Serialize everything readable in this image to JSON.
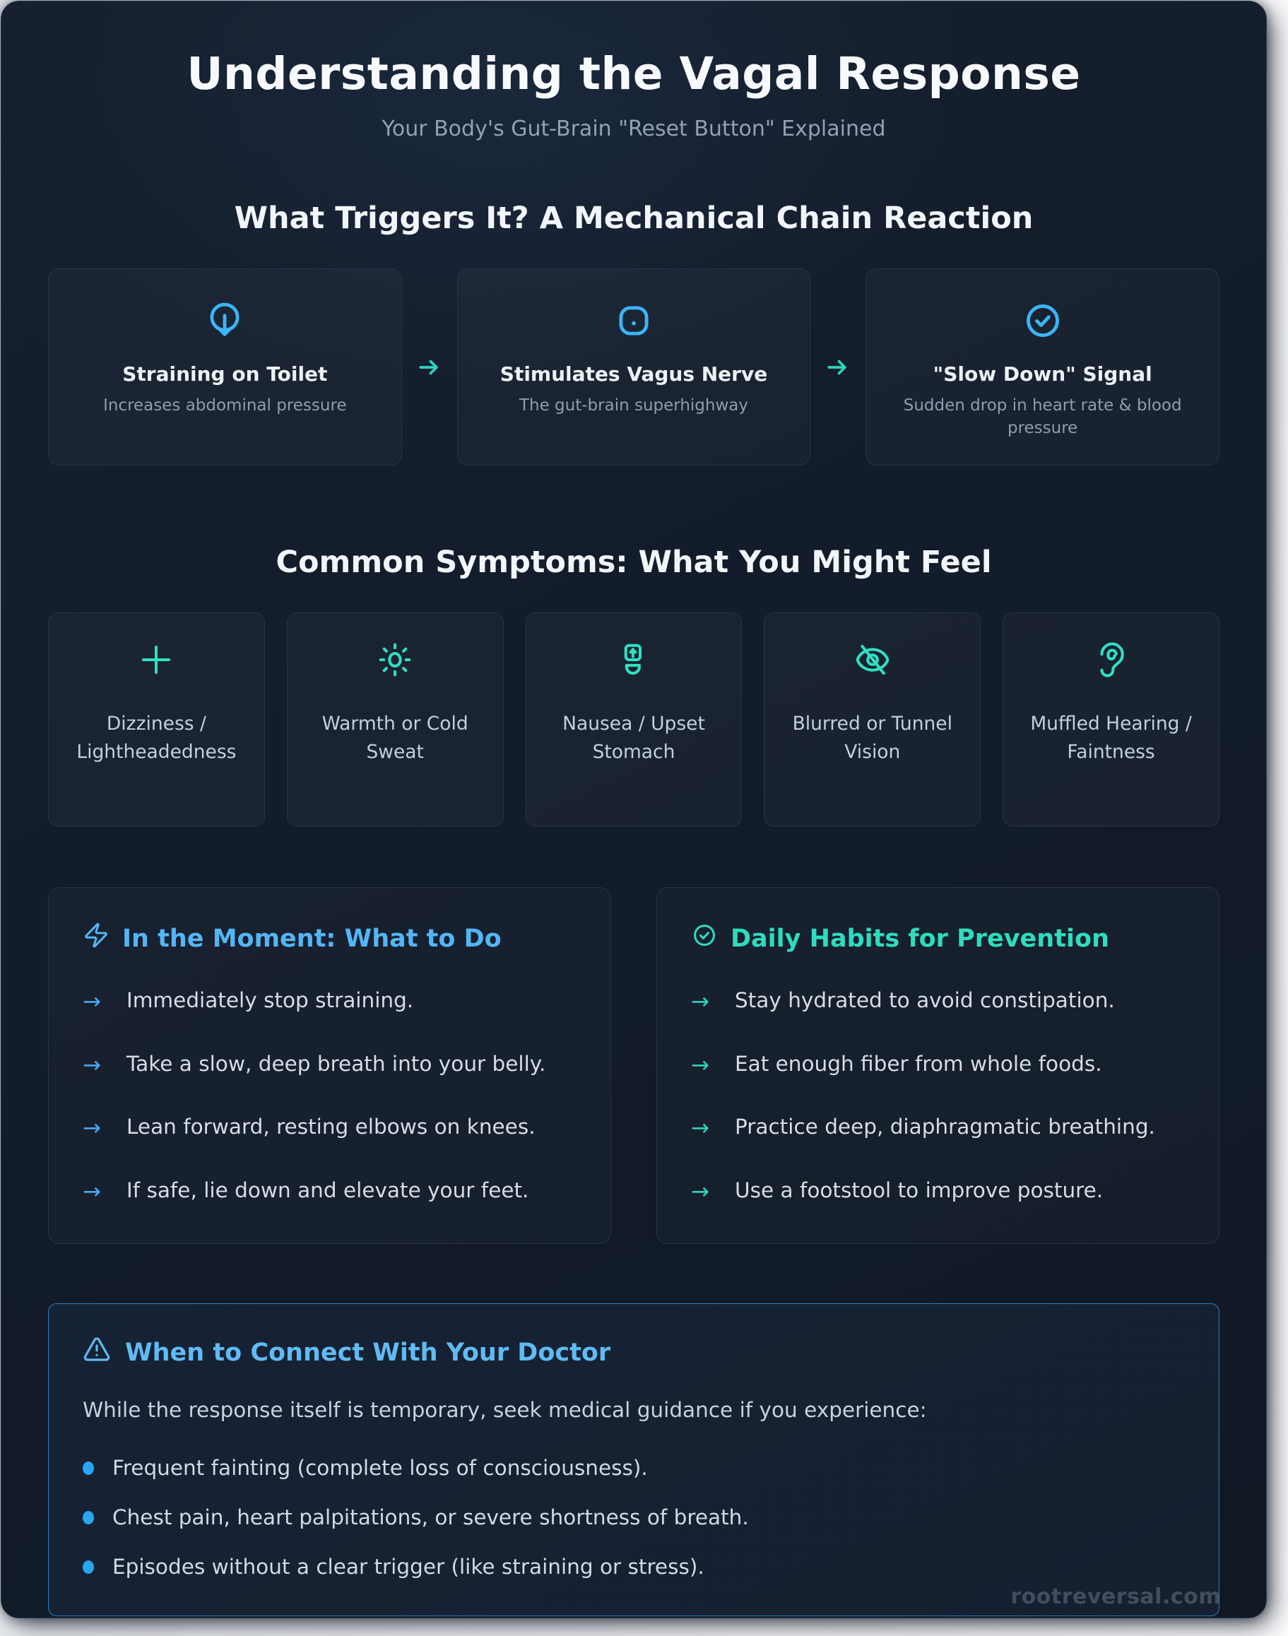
{
  "header": {
    "title": "Understanding the Vagal Response",
    "subtitle": "Your Body's Gut-Brain \"Reset Button\" Explained"
  },
  "glyphs": {
    "arrow": "→"
  },
  "colors": {
    "accent_blue": "#3cb4f7",
    "accent_teal": "#2dd4bf",
    "heading_blue": "#54b5f5",
    "heading_teal": "#2edcbf",
    "doctor_heading_blue": "#60baf3",
    "doctor_border_blue": "#2b7ec2",
    "bullet_blue": "#2aa5f1",
    "card_background": "#121b29",
    "page_background": "#f4f5f7"
  },
  "triggers": {
    "heading": "What Triggers It? A Mechanical Chain Reaction",
    "cards": [
      {
        "icon": "circle-arrow-down-icon",
        "title": "Straining on Toilet",
        "subtitle": "Increases abdominal pressure"
      },
      {
        "icon": "button-dot-icon",
        "title": "Stimulates Vagus Nerve",
        "subtitle": "The gut-brain superhighway"
      },
      {
        "icon": "circle-check-icon",
        "title": "\"Slow Down\" Signal",
        "subtitle": "Sudden drop in heart rate & blood pressure"
      }
    ]
  },
  "symptoms": {
    "heading": "Common Symptoms: What You Might Feel",
    "cards": [
      {
        "icon": "plus-icon",
        "label": "Dizziness / Lightheadedness"
      },
      {
        "icon": "sun-icon",
        "label": "Warmth or Cold Sweat"
      },
      {
        "icon": "stomach-icon",
        "label": "Nausea / Upset Stomach"
      },
      {
        "icon": "eye-off-icon",
        "label": "Blurred or Tunnel Vision"
      },
      {
        "icon": "ear-icon",
        "label": "Muffled Hearing / Faintness"
      }
    ]
  },
  "in_the_moment": {
    "icon": "bolt-icon",
    "heading": "In the Moment: What to Do",
    "items": [
      "Immediately stop straining.",
      "Take a slow, deep breath into your belly.",
      "Lean forward, resting elbows on knees.",
      "If safe, lie down and elevate your feet."
    ]
  },
  "daily_habits": {
    "icon": "circle-check-icon",
    "heading": "Daily Habits for Prevention",
    "items": [
      "Stay hydrated to avoid constipation.",
      "Eat enough fiber from whole foods.",
      "Practice deep, diaphragmatic breathing.",
      "Use a footstool to improve posture."
    ]
  },
  "doctor": {
    "icon": "warning-triangle-icon",
    "heading": "When to Connect With Your Doctor",
    "intro": "While the response itself is temporary, seek medical guidance if you experience:",
    "bullets": [
      "Frequent fainting (complete loss of consciousness).",
      "Chest pain, heart palpitations, or severe shortness of breath.",
      "Episodes without a clear trigger (like straining or stress)."
    ]
  },
  "footer": {
    "watermark": "rootreversal.com"
  }
}
